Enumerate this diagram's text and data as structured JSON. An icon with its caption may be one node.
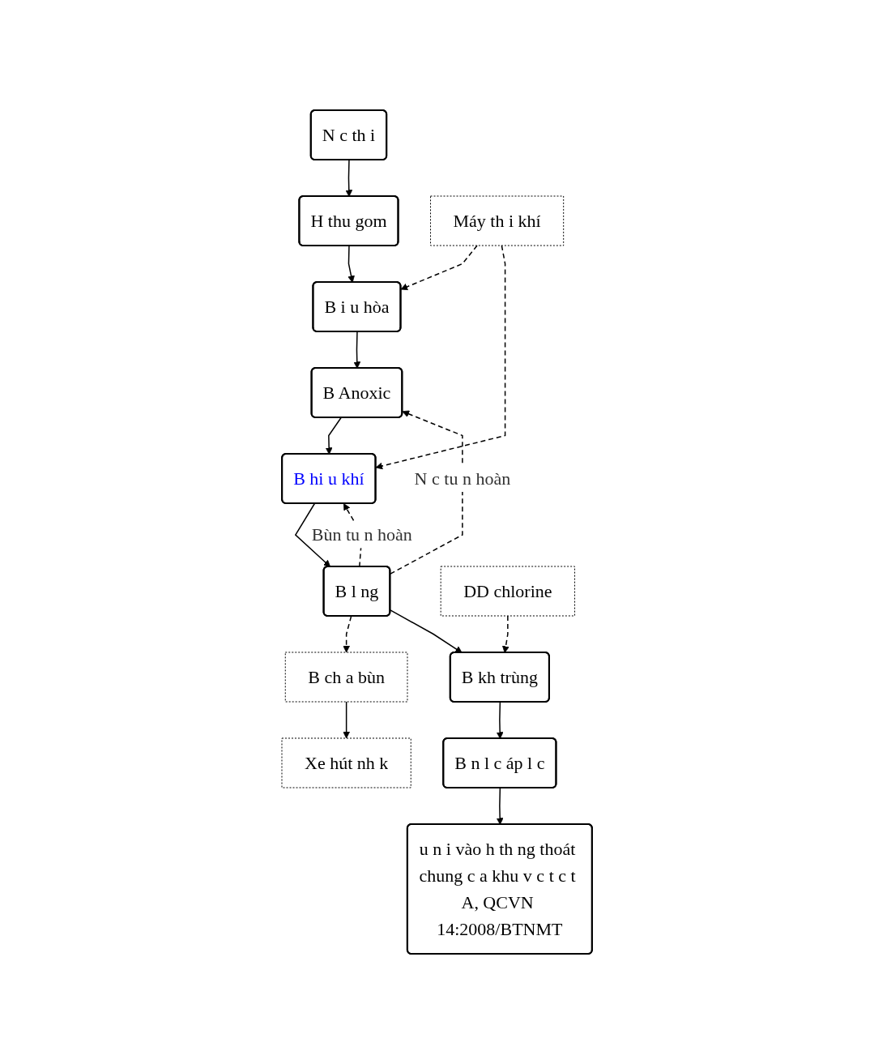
{
  "diagram": {
    "nodes": [
      {
        "text": [
          "N c th i"
        ]
      },
      {
        "text": [
          "H thu gom"
        ]
      },
      {
        "text": [
          "B i u hòa"
        ]
      },
      {
        "text": [
          "Máy th i khí"
        ]
      },
      {
        "text": [
          "B Anoxic"
        ]
      },
      {
        "text": [
          "B hi u khí"
        ]
      },
      {
        "text": [
          "B l ng"
        ]
      },
      {
        "text": [
          "B ch a bùn"
        ]
      },
      {
        "text": [
          "Xe hút nh k"
        ]
      },
      {
        "text": [
          "DD chlorine"
        ]
      },
      {
        "text": [
          "B kh trùng"
        ]
      },
      {
        "text": [
          "B n l c áp l c"
        ]
      },
      {
        "text": [
          "u n i vào h th ng thoát chung c a khu v c t c t A, QCVN 14:2008/BTNMT"
        ]
      }
    ],
    "edges": [
      {
        "from": 0,
        "to": 1,
        "arrow": "to"
      },
      {
        "from": 1,
        "to": 2,
        "arrow": "to"
      },
      {
        "from": 3,
        "to": 2,
        "arrow": "to",
        "style": "dashed"
      },
      {
        "from": 3,
        "to": 5,
        "arrow": "to",
        "style": "dashed"
      },
      {
        "from": 2,
        "to": 4,
        "arrow": "to"
      },
      {
        "from": 4,
        "to": 5,
        "arrow": "to"
      },
      {
        "from": 6,
        "to": 4,
        "arrow": "to",
        "style": "dashed",
        "label": "N c tu n hoàn"
      },
      {
        "from": 6,
        "to": 5,
        "arrow": "to",
        "style": "dashed",
        "label": "Bùn tu n hoàn"
      },
      {
        "from": 5,
        "to": 6,
        "arrow": "to"
      },
      {
        "from": 6,
        "to": 7,
        "arrow": "to",
        "style": "dashed"
      },
      {
        "from": 7,
        "to": 8,
        "arrow": "to"
      },
      {
        "from": 9,
        "to": 10,
        "arrow": "to",
        "style": "dashed"
      },
      {
        "from": 6,
        "to": 10,
        "arrow": "to"
      },
      {
        "from": 10,
        "to": 11,
        "arrow": "to"
      },
      {
        "from": 11,
        "to": 12,
        "arrow": "to"
      }
    ]
  }
}
